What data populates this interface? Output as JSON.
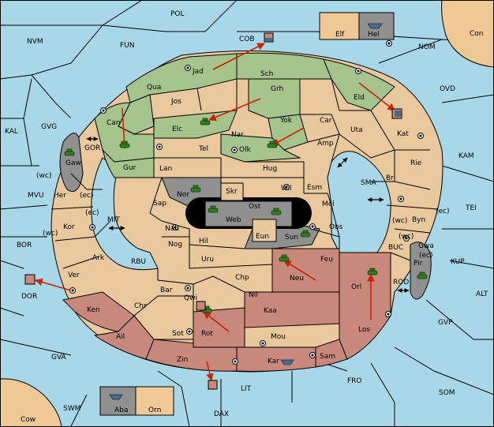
{
  "labels": {
    "pol": "POL",
    "nvm": "NVM",
    "fun": "FUN",
    "cob": "COB",
    "elf": "Elf",
    "hel": "Hel",
    "con": "Con",
    "nom": "NOM",
    "ovd": "OVD",
    "kam": "KAM",
    "tei": "TEI",
    "kup": "KUP",
    "alt": "ALT",
    "gvp": "GVP",
    "som": "SOM",
    "fro": "FRO",
    "lit": "LIT",
    "dax": "DAX",
    "swm": "SWM",
    "cow": "Cow",
    "gva": "GVA",
    "dor": "DOR",
    "bor": "BOR",
    "mvu": "MVU",
    "kal": "KAL",
    "gvg": "GVG",
    "gor": "GOR",
    "mit": "MIT",
    "rbu": "RBU",
    "sma": "SMA",
    "buc": "BUC",
    "rod": "ROD",
    "aba": "Aba",
    "orn": "Orn",
    "jad": "Jad",
    "sch": "Sch",
    "qua": "Qua",
    "jos": "Jos",
    "grh": "Grh",
    "eld": "Eld",
    "can": "Can",
    "elc": "Elc",
    "nar": "Nar",
    "yok": "Yok",
    "car": "Car",
    "uta": "Uta",
    "kat": "Kat",
    "gur": "Gur",
    "tel": "Tel",
    "olk": "Olk",
    "amp": "Amp",
    "rie": "Rie",
    "gaw": "Gaw",
    "lan": "Lan",
    "hug": "Hug",
    "bri": "Bri",
    "wc1": "(wc)",
    "her": "Her",
    "ec1": "(ec)",
    "nor": "Nor",
    "skr": "Skr",
    "wil": "Wil",
    "esm": "Esm",
    "byn": "Byn",
    "wc2": "(wc)",
    "ec2": "(ec)",
    "sap": "Sap",
    "web": "Web",
    "ost": "Ost",
    "mel": "Mel",
    "ec3": "(ec)",
    "kor": "Kor",
    "wc3": "(wc)",
    "wc4": "(wc)",
    "gwa": "Gwa",
    "ec4": "(ec)",
    "nab": "Nab",
    "eun": "Eun",
    "sun": "Sun",
    "obs": "Obs",
    "ark": "Ark",
    "hil": "Hil",
    "nog": "Nog",
    "uru": "Uru",
    "feu": "Feu",
    "pir": "Pir",
    "ver": "Ver",
    "chp": "Chp",
    "neu": "Neu",
    "orl": "Orl",
    "bar": "Bar",
    "qwi": "Qwi",
    "nil": "Nil",
    "ken": "Ken",
    "chr": "Chr",
    "kaa": "Kaa",
    "los": "Los",
    "ail": "Ail",
    "sot": "Sot",
    "rot": "Rot",
    "mou": "Mou",
    "sam": "Sam",
    "zin": "Zin",
    "kar": "Kar"
  },
  "colors": {
    "sea": "#a8d8e8",
    "cream": "#e8c89c",
    "green": "#a4c48c",
    "rose": "#c8887c",
    "grey": "#909090",
    "sand": "#f0c896",
    "arrow": "#cc2200",
    "unit": "#2e7d1e",
    "fleet": "#4a6a8a"
  },
  "icons": {
    "supply_center": "supply-center-icon",
    "army": "army-unit-icon",
    "fleet": "fleet-unit-icon",
    "double_arrow": "double-arrow-icon"
  }
}
